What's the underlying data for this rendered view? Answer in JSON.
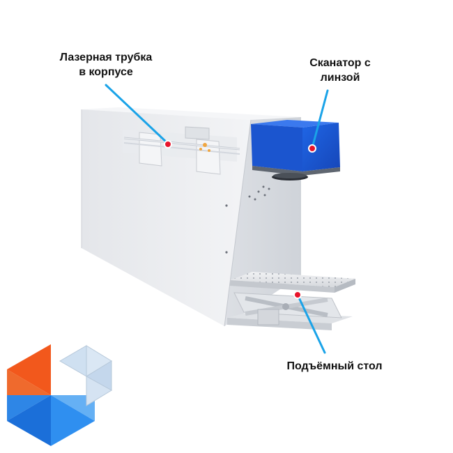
{
  "labels": {
    "laser_tube": [
      "Лазерная трубка",
      "в корпусе"
    ],
    "scanner": [
      "Сканатор с",
      "линзой"
    ],
    "lift_table": "Подъёмный стол"
  },
  "colors": {
    "leader_line": "#1aa3e8",
    "marker": "#e8142b",
    "scanner_blue": "#1a5ad6",
    "body_grey": "#eceef1",
    "logo_orange": "#f2581c",
    "logo_blue": "#1b6fd9"
  }
}
